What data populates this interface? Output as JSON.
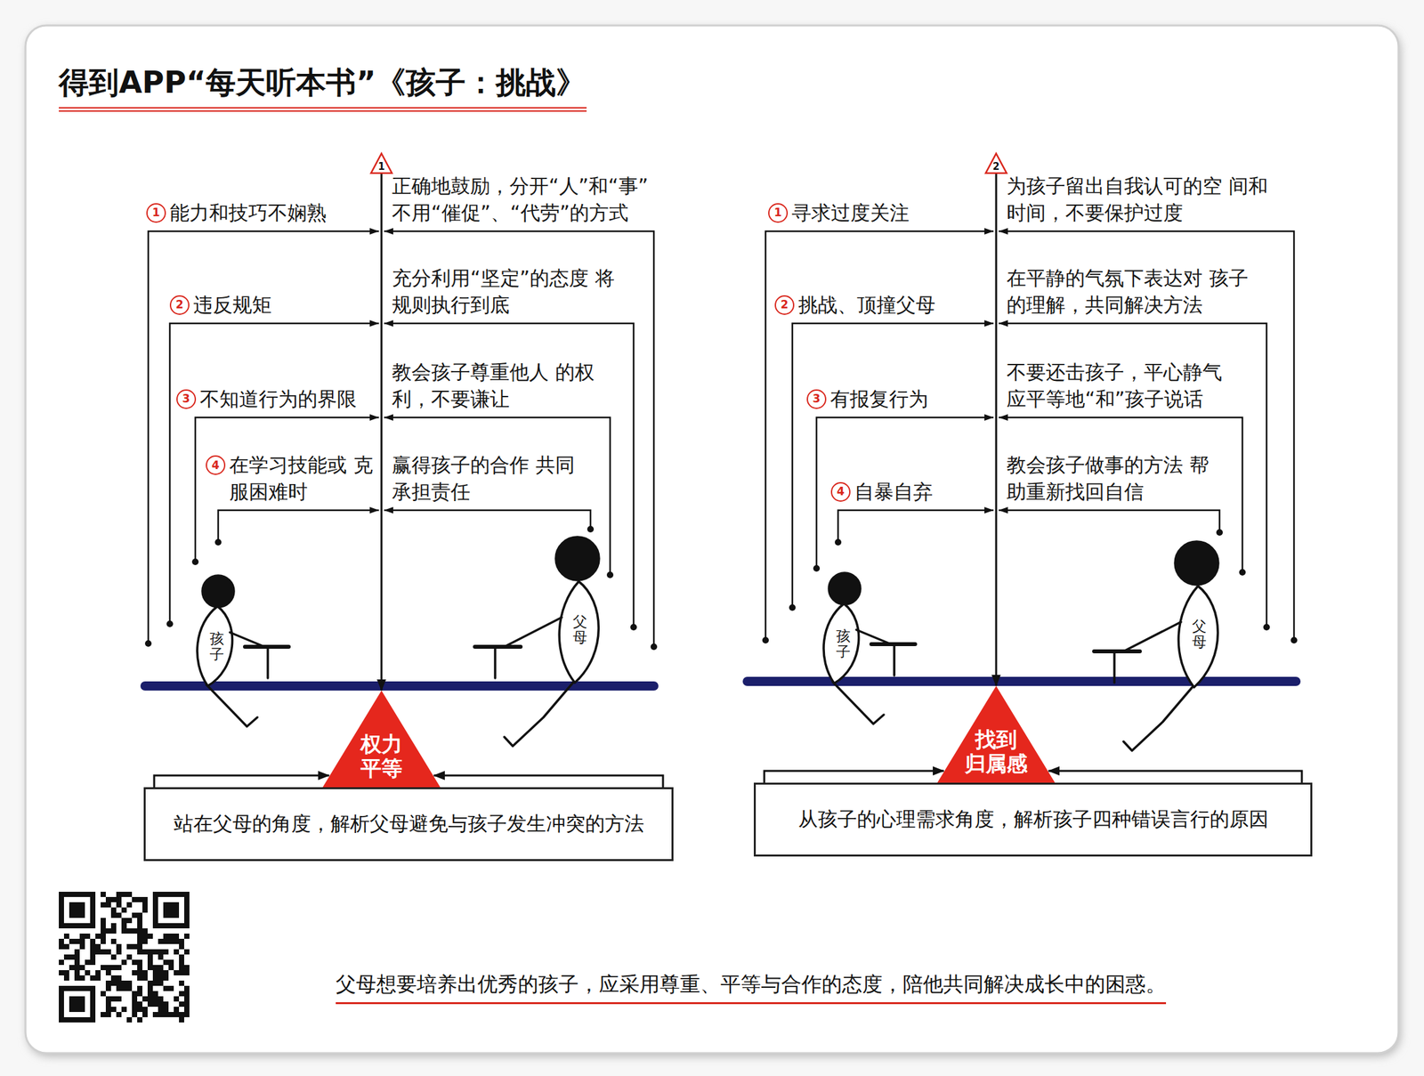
{
  "diagram": {
    "title": "得到APP“每天听本书”《孩子：挑战》",
    "caption": "父母想要培养出优秀的孩子，应采用尊重、平等与合作的态度，陪他共同解决成长中的困惑。",
    "nodes": [
      {
        "text": [
          "1"
        ]
      },
      {
        "text": [
          "1"
        ]
      },
      {
        "text": [
          "2"
        ]
      },
      {
        "text": [
          "3"
        ]
      },
      {
        "text": [
          "4"
        ]
      },
      {
        "text": [
          "权力 平等"
        ]
      },
      {
        "text": [
          "站在父母的角度，解析父母避免与孩子发生冲突的方法"
        ]
      },
      {
        "text": [
          "2"
        ]
      },
      {
        "text": [
          "1"
        ]
      },
      {
        "text": [
          "2"
        ]
      },
      {
        "text": [
          "3"
        ]
      },
      {
        "text": [
          "4"
        ]
      },
      {
        "text": [
          "找到 归属感"
        ]
      },
      {
        "text": [
          "从孩子的心理需求角度，解析孩子四种错误言行的原因"
        ]
      }
    ],
    "edges": [
      {
        "from": 0,
        "to": 5,
        "arrow": "to"
      },
      {
        "from": 6,
        "to": 5,
        "arrow": "to"
      },
      {
        "from": 6,
        "to": 5,
        "arrow": "to"
      },
      {
        "from": 7,
        "to": 12,
        "arrow": "to"
      },
      {
        "from": 13,
        "to": 12,
        "arrow": "to"
      },
      {
        "from": 13,
        "to": 12,
        "arrow": "to"
      }
    ],
    "labels": [
      "能力和技巧不娴熟",
      "正确地鼓励，分开“人”和“事” 不用“催促”、“代劳”的方式",
      "违反规矩",
      "充分利用“坚定”的态度 将规则执行到底",
      "不知道行为的界限",
      "教会孩子尊重他人 的权利，不要谦让",
      "在学习技能或 克服困难时",
      "赢得孩子的合作 共同承担责任",
      "孩子",
      "父母",
      "寻求过度关注",
      "为孩子留出自我认可的空 间和时间，不要保护过度",
      "挑战、顶撞父母",
      "在平静的气氛下表达对 孩子的理解，共同解决方法",
      "有报复行为",
      "不要还击孩子，平心静气 应平等地“和”孩子说话",
      "自暴自弃",
      "教会孩子做事的方法 帮助重新找回自信",
      "孩子",
      "父母"
    ]
  }
}
